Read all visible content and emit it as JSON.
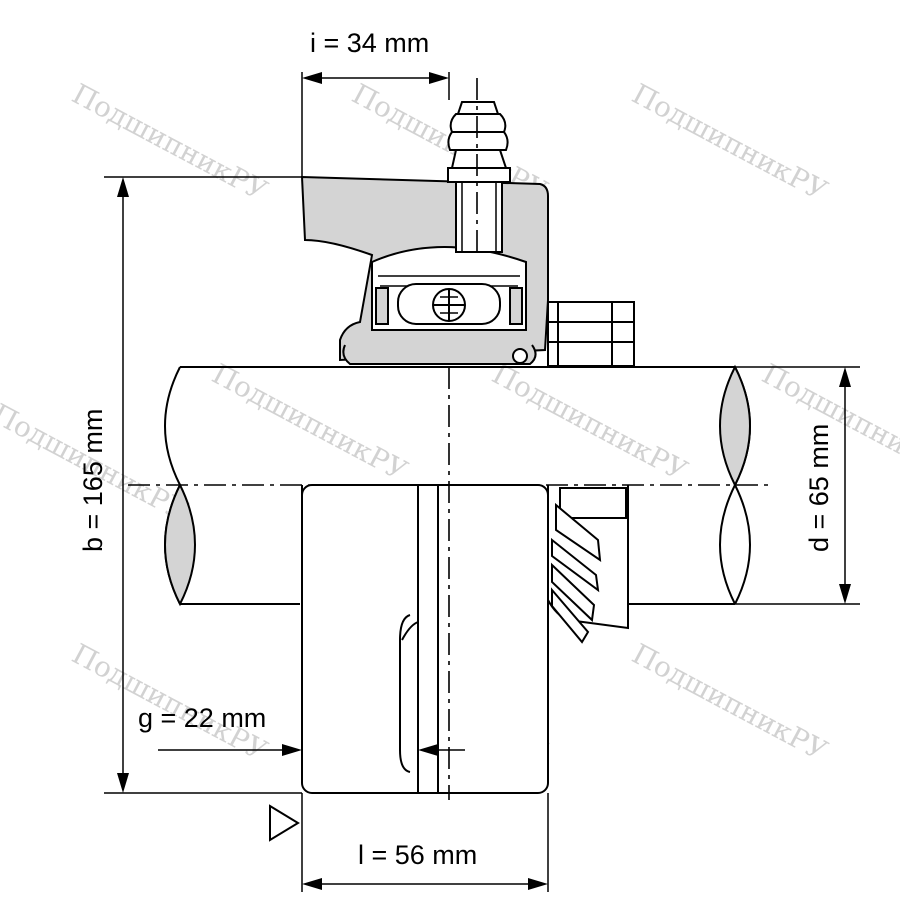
{
  "dimensions": {
    "i": "i = 34 mm",
    "b": "b = 165 mm",
    "d": "d = 65 mm",
    "g": "g = 22 mm",
    "l": "l = 56 mm"
  },
  "watermark": "ПодшипникРУ",
  "colors": {
    "line": "#000000",
    "fill": "#d4d4d4",
    "watermark": "#d2d2d2"
  }
}
